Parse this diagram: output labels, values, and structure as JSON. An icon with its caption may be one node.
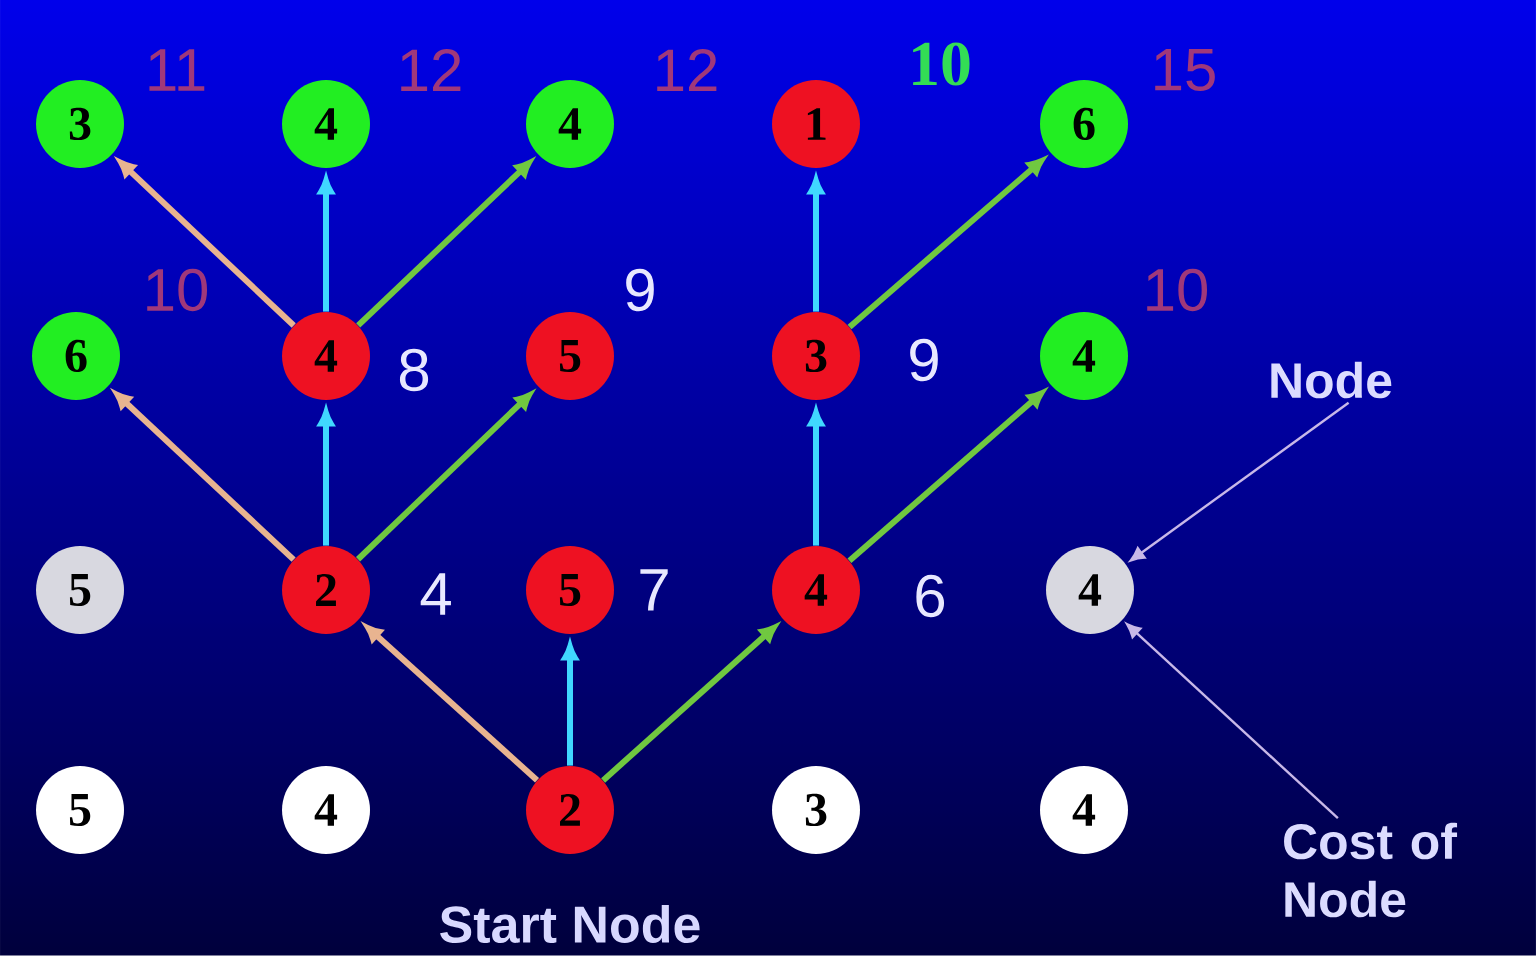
{
  "diagram": {
    "nodes": [
      {
        "text": [
          "3"
        ],
        "beside": [
          "11"
        ]
      },
      {
        "text": [
          "4"
        ],
        "beside": [
          "12"
        ]
      },
      {
        "text": [
          "4"
        ],
        "beside": [
          "12"
        ]
      },
      {
        "text": [
          "1"
        ],
        "beside": [
          "10"
        ]
      },
      {
        "text": [
          "6"
        ],
        "beside": [
          "15"
        ]
      },
      {
        "text": [
          "6"
        ],
        "beside": [
          "10"
        ]
      },
      {
        "text": [
          "4"
        ],
        "beside": [
          "8"
        ]
      },
      {
        "text": [
          "5"
        ],
        "beside": [
          "9"
        ]
      },
      {
        "text": [
          "3"
        ],
        "beside": [
          "9"
        ]
      },
      {
        "text": [
          "4"
        ],
        "beside": [
          "10"
        ]
      },
      {
        "text": [
          "Node"
        ]
      },
      {
        "text": [
          "5"
        ]
      },
      {
        "text": [
          "2"
        ],
        "beside": [
          "4"
        ]
      },
      {
        "text": [
          "5"
        ],
        "beside": [
          "7"
        ]
      },
      {
        "text": [
          "4"
        ],
        "beside": [
          "6"
        ]
      },
      {
        "text": [
          "4"
        ]
      },
      {
        "text": [
          "5"
        ]
      },
      {
        "text": [
          "4"
        ]
      },
      {
        "text": [
          "2"
        ],
        "beside": [
          "Start Node"
        ]
      },
      {
        "text": [
          "3"
        ]
      },
      {
        "text": [
          "4"
        ]
      },
      {
        "text": [
          "Cost of Node"
        ]
      }
    ],
    "edges": [
      {
        "from": 18,
        "to": 12,
        "arrow": "to",
        "color": "#e8b490"
      },
      {
        "from": 18,
        "to": 13,
        "arrow": "to",
        "color": "#40d8ff"
      },
      {
        "from": 18,
        "to": 14,
        "arrow": "to",
        "color": "#70c840"
      },
      {
        "from": 12,
        "to": 5,
        "arrow": "to",
        "color": "#e8b490"
      },
      {
        "from": 12,
        "to": 6,
        "arrow": "to",
        "color": "#40d8ff"
      },
      {
        "from": 12,
        "to": 7,
        "arrow": "to",
        "color": "#70c840"
      },
      {
        "from": 6,
        "to": 0,
        "arrow": "to",
        "color": "#e8b490"
      },
      {
        "from": 6,
        "to": 1,
        "arrow": "to",
        "color": "#40d8ff"
      },
      {
        "from": 6,
        "to": 2,
        "arrow": "to",
        "color": "#70c840"
      },
      {
        "from": 14,
        "to": 8,
        "arrow": "to",
        "color": "#40d8ff"
      },
      {
        "from": 14,
        "to": 9,
        "arrow": "to",
        "color": "#70c840"
      },
      {
        "from": 8,
        "to": 3,
        "arrow": "to",
        "color": "#40d8ff"
      },
      {
        "from": 8,
        "to": 4,
        "arrow": "to",
        "color": "#70c840"
      },
      {
        "from": 10,
        "to": 15,
        "arrow": "to",
        "color": "#c8b8e8"
      },
      {
        "from": 21,
        "to": 15,
        "arrow": "to",
        "color": "#c8b8e8"
      }
    ]
  }
}
